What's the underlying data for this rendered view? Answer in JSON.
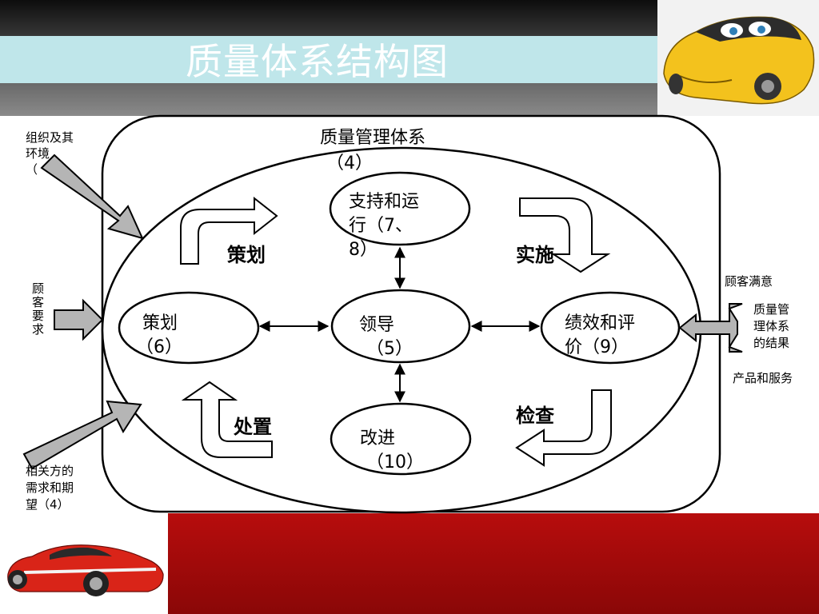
{
  "slide": {
    "title": "质量体系结构图",
    "accent_colors": {
      "title_bar": "#bfe6ea",
      "bottom_bar": "#a40b0b",
      "arrow_fill": "#b5b5b5"
    }
  },
  "diagram": {
    "system_label": "质量管理体系",
    "system_label_num": "（4）",
    "nodes": {
      "planning": {
        "line1": "策划",
        "line2": "（6）"
      },
      "support": {
        "line1": "支持和运",
        "line2": "行（7、",
        "line3": "8）"
      },
      "leadership": {
        "line1": "领导",
        "line2": "（5）"
      },
      "performance": {
        "line1": "绩效和评",
        "line2": "价（9）"
      },
      "improvement": {
        "line1": "改进",
        "line2": "（10）"
      }
    },
    "cycle_labels": {
      "plan": "策划",
      "do": "实施",
      "check": "检查",
      "act": "处置"
    },
    "inputs": {
      "org_context": {
        "line1": "组织及其",
        "line2": "环境",
        "line3": "（"
      },
      "customer_req": [
        "顾",
        "客",
        "要",
        "求"
      ],
      "interested_parties": {
        "line1": "相关方的",
        "line2": "需求和期",
        "line3": "望（4）"
      }
    },
    "outputs": {
      "customer_satisfaction": "顾客满意",
      "results": {
        "line1": "质量管",
        "line2": "理体系",
        "line3": "的结果"
      },
      "products_services": "产品和服务"
    }
  }
}
